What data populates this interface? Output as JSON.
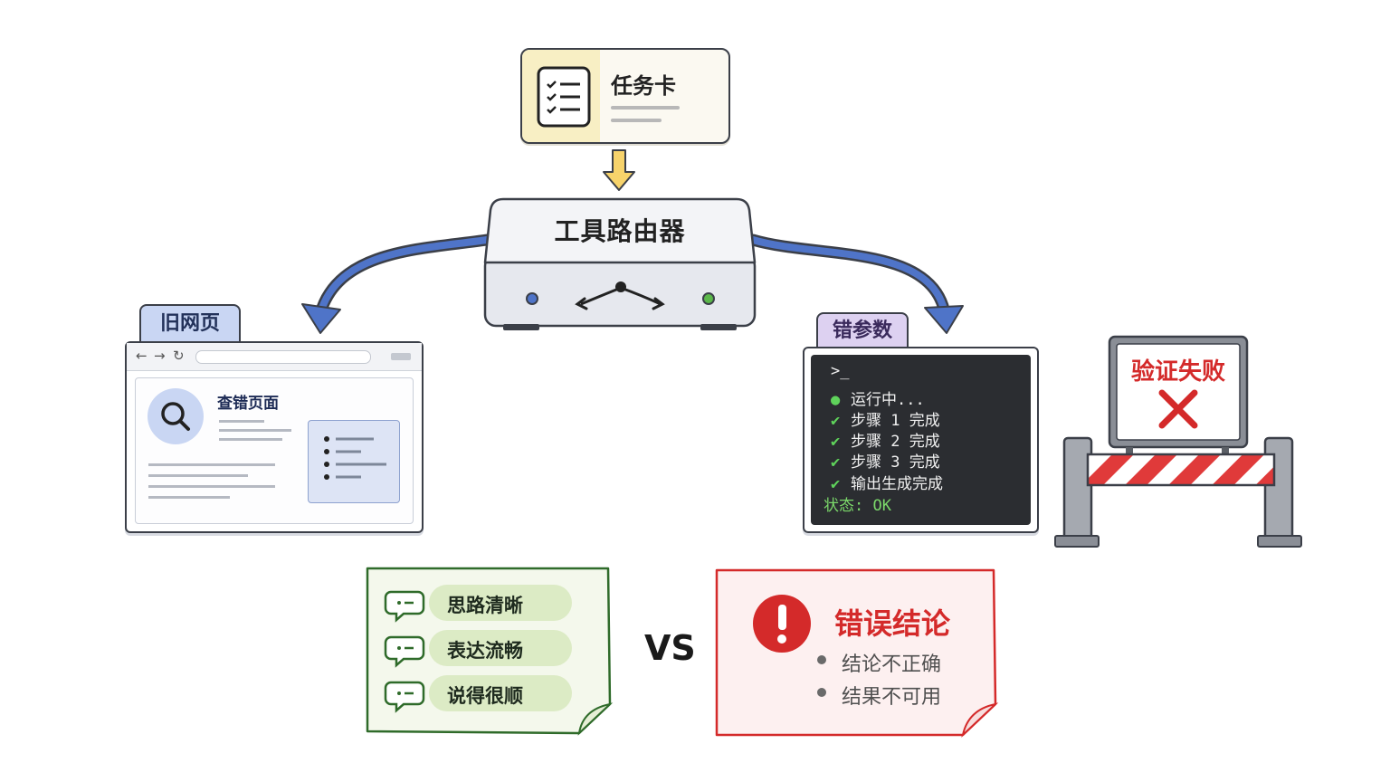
{
  "task_card": {
    "title": "任务卡"
  },
  "router": {
    "title": "工具路由器"
  },
  "left_branch": {
    "tab": "旧网页",
    "page_title": "查错页面"
  },
  "right_branch": {
    "tab": "错参数",
    "terminal": {
      "prompt": ">_",
      "lines": [
        {
          "mark": "●",
          "text": "运行中..."
        },
        {
          "mark": "✔",
          "text": "步骤 1 完成"
        },
        {
          "mark": "✔",
          "text": "步骤 2 完成"
        },
        {
          "mark": "✔",
          "text": "步骤 3 完成"
        },
        {
          "mark": "✔",
          "text": "输出生成完成"
        }
      ],
      "status": "状态: OK"
    },
    "sign": {
      "text": "验证失败"
    }
  },
  "comparison": {
    "good_items": [
      "思路清晰",
      "表达流畅",
      "说得很顺"
    ],
    "vs": "VS",
    "bad": {
      "title": "错误结论",
      "items": [
        "结论不正确",
        "结果不可用"
      ]
    }
  },
  "colors": {
    "arrow_blue": "#4f74c8",
    "arrow_yellow": "#f7d36b",
    "error_red": "#d42a2a",
    "success_green": "#5fd35b",
    "note_green_border": "#2f6b2a",
    "note_red_border": "#d42a2a"
  },
  "icons": [
    "checklist-icon",
    "down-arrow-icon",
    "router-icon",
    "search-icon",
    "list-icon",
    "terminal-icon",
    "chat-icon",
    "error-icon",
    "cross-icon",
    "barrier-icon"
  ]
}
